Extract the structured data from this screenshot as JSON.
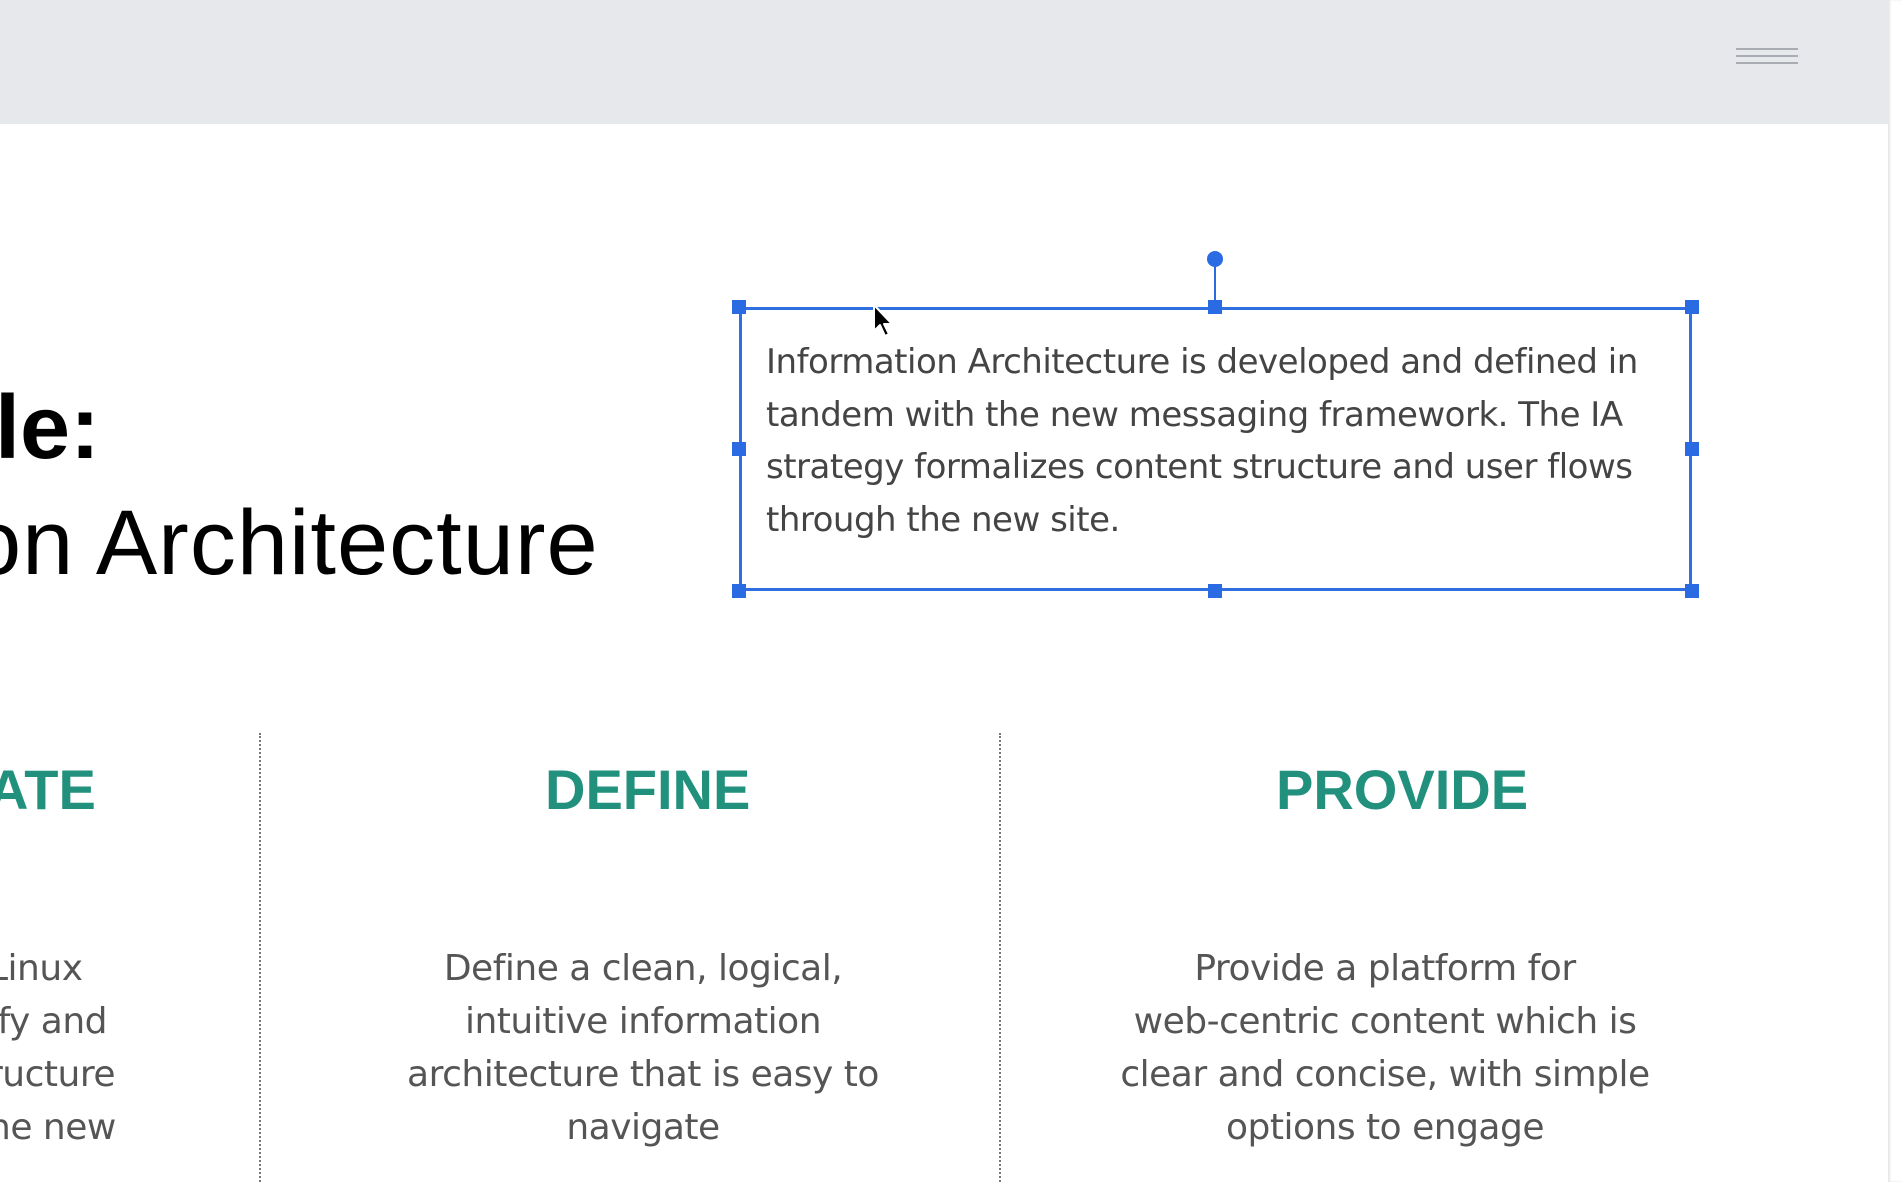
{
  "header": {
    "menu_icon": "hamburger-menu-icon"
  },
  "slide": {
    "title_line1": "ple:",
    "title_line2": "on Architecture",
    "textbox": {
      "text": "Information Architecture is developed and defined in tandem with the new messaging framework. The IA strategy formalizes content structure and user flows through the new site."
    },
    "columns": [
      {
        "title": "ATE",
        "lines": [
          "Linux",
          "ify and",
          "ructure",
          "he new"
        ]
      },
      {
        "title": "DEFINE",
        "lines": [
          "Define a clean, logical,",
          "intuitive information",
          "architecture that is easy to",
          "navigate"
        ]
      },
      {
        "title": "PROVIDE",
        "lines": [
          "Provide a platform for",
          "web-centric content which is",
          "clear and concise, with simple",
          "options to engage"
        ]
      }
    ]
  },
  "colors": {
    "accent_teal": "#21907c",
    "selection_blue": "#2a6be3",
    "topbar_gray": "#e6e8eb"
  }
}
